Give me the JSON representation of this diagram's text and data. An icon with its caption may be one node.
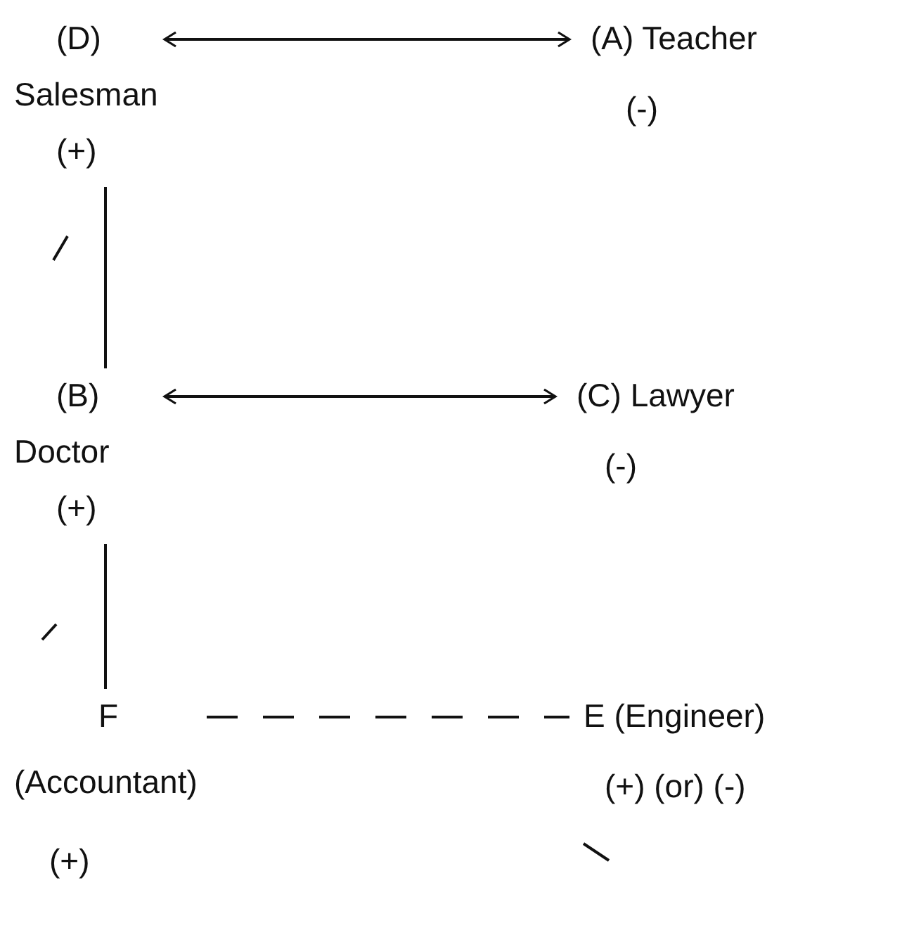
{
  "diagram": {
    "nodes": [
      {
        "text": [
          "(D)",
          "Salesman",
          "(+)"
        ]
      },
      {
        "text": [
          "(A) Teacher",
          "(-)"
        ]
      },
      {
        "text": [
          "(B)",
          "Doctor",
          "(+)"
        ]
      },
      {
        "text": [
          "(C) Lawyer",
          "(-)"
        ]
      },
      {
        "text": [
          "F",
          "(Accountant)",
          "(+)"
        ]
      },
      {
        "text": [
          "E (Engineer)",
          "(+) (or) (-)"
        ]
      }
    ],
    "edges": [
      {
        "from": 0,
        "to": 1,
        "arrow": "both"
      },
      {
        "from": 0,
        "to": 2,
        "arrow": "none"
      },
      {
        "from": 2,
        "to": 3,
        "arrow": "both"
      },
      {
        "from": 2,
        "to": 4,
        "arrow": "none"
      },
      {
        "from": 4,
        "to": 5,
        "arrow": "none",
        "style": "dashed"
      }
    ]
  }
}
